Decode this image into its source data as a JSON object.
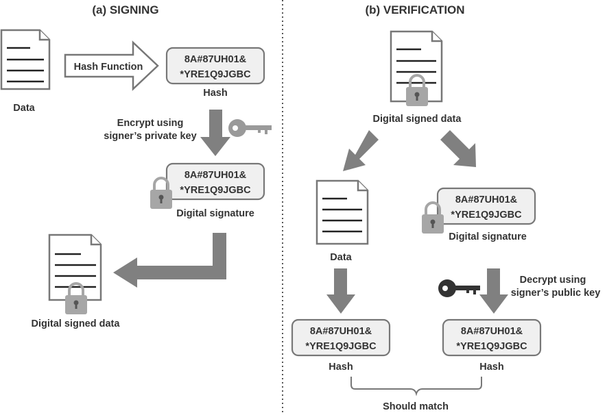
{
  "signing": {
    "title": "(a) SIGNING",
    "data_label": "Data",
    "hash_function": "Hash Function",
    "hash_label": "Hash",
    "encrypt_line1": "Encrypt using",
    "encrypt_line2": "signer’s private key",
    "signature_label": "Digital signature",
    "signed_data_label": "Digital signed data"
  },
  "verification": {
    "title": "(b) VERIFICATION",
    "signed_data_label": "Digital signed data",
    "data_label": "Data",
    "signature_label": "Digital signature",
    "decrypt_line1": "Decrypt using",
    "decrypt_line2": "signer’s public key",
    "hash_left_label": "Hash",
    "hash_right_label": "Hash",
    "match_label": "Should match"
  },
  "hash_value": {
    "line1": "8A#87UH01&",
    "line2": "*YRE1Q9JGBC"
  },
  "colors": {
    "arrow": "#808080",
    "box_fill": "#f0f0f0",
    "key_dark": "#333333",
    "key_light": "#9a9a9a",
    "lock": "#a6a6a6"
  }
}
